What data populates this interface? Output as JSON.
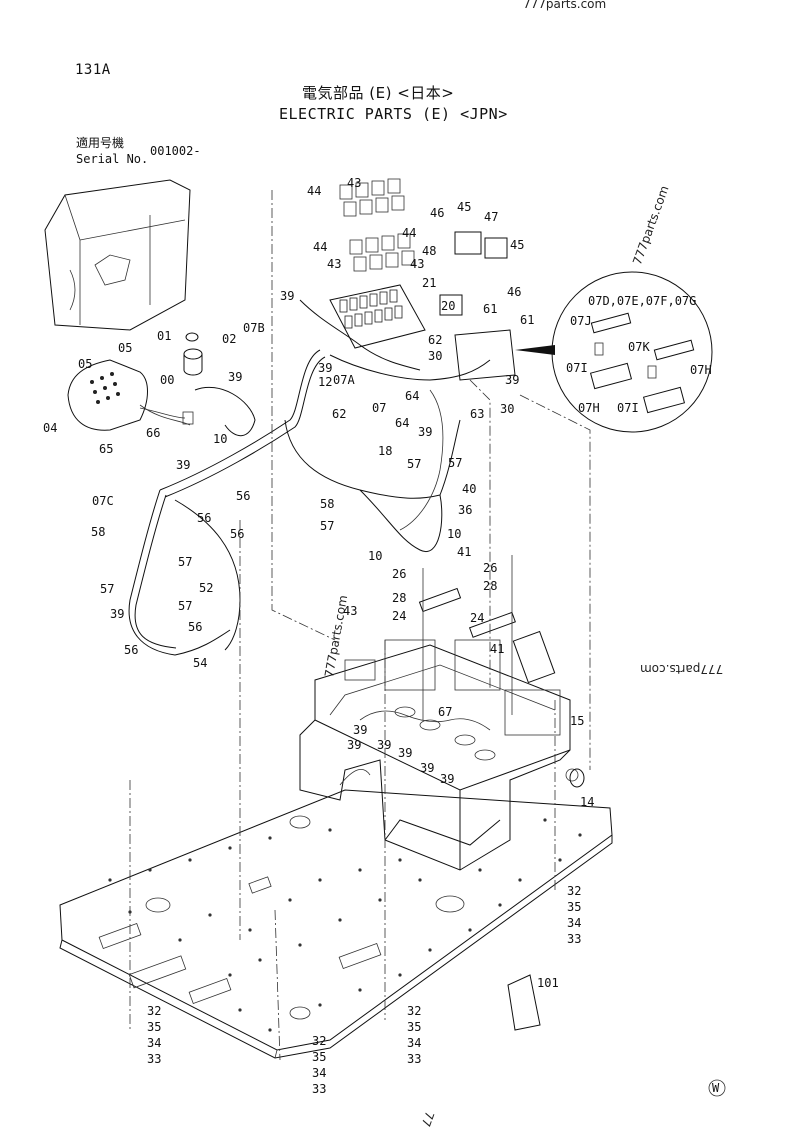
{
  "watermark_top": "777parts.com",
  "watermark_right": "777parts.com",
  "watermark_side": "777parts.com",
  "watermark_mid": "777parts.com",
  "watermark_bottom": "77",
  "page_code": "131A",
  "title_jp": "電気部品 (E) <日本>",
  "title_en": "ELECTRIC PARTS (E) <JPN>",
  "serial_label_jp": "適用号機",
  "serial_label_en": "Serial No.",
  "serial_value": "001002-",
  "inset_label": "07D,07E,07F,07G",
  "corner_mark": "W",
  "callouts": {
    "c00": "00",
    "c01": "01",
    "c02": "02",
    "c04": "04",
    "c05a": "05",
    "c05b": "05",
    "c07": "07",
    "c07A": "07A",
    "c07B": "07B",
    "c07C": "07C",
    "c07J": "07J",
    "c07K": "07K",
    "c07Ia": "07I",
    "c07Ib": "07I",
    "c07Ha": "07H",
    "c07Hb": "07H",
    "c10a": "10",
    "c10b": "10",
    "c10c": "10",
    "c12": "12",
    "c14": "14",
    "c15": "15",
    "c18": "18",
    "c20": "20",
    "c21": "21",
    "c24a": "24",
    "c24b": "24",
    "c26a": "26",
    "c26b": "26",
    "c28a": "28",
    "c28b": "28",
    "c30a": "30",
    "c30b": "30",
    "c32a": "32",
    "c32b": "32",
    "c32c": "32",
    "c32d": "32",
    "c33a": "33",
    "c33b": "33",
    "c33c": "33",
    "c33d": "33",
    "c34a": "34",
    "c34b": "34",
    "c34c": "34",
    "c34d": "34",
    "c35a": "35",
    "c35b": "35",
    "c35c": "35",
    "c35d": "35",
    "c36": "36",
    "c39a": "39",
    "c39b": "39",
    "c39c": "39",
    "c39d": "39",
    "c39e": "39",
    "c39f": "39",
    "c39g": "39",
    "c39h": "39",
    "c39i": "39",
    "c39j": "39",
    "c39k": "39",
    "c39l": "39",
    "c39m": "39",
    "c40": "40",
    "c41a": "41",
    "c41b": "41",
    "c43a": "43",
    "c43b": "43",
    "c43c": "43",
    "c43d": "43",
    "c44a": "44",
    "c44b": "44",
    "c44c": "44",
    "c45a": "45",
    "c45b": "45",
    "c46a": "46",
    "c46b": "46",
    "c47": "47",
    "c48": "48",
    "c52": "52",
    "c54": "54",
    "c56a": "56",
    "c56b": "56",
    "c56c": "56",
    "c56d": "56",
    "c56e": "56",
    "c57a": "57",
    "c57b": "57",
    "c57c": "57",
    "c57d": "57",
    "c57e": "57",
    "c57f": "57",
    "c58a": "58",
    "c58b": "58",
    "c61a": "61",
    "c61b": "61",
    "c62a": "62",
    "c62b": "62",
    "c63": "63",
    "c64a": "64",
    "c64b": "64",
    "c65": "65",
    "c66": "66",
    "c67": "67",
    "c101": "101"
  }
}
